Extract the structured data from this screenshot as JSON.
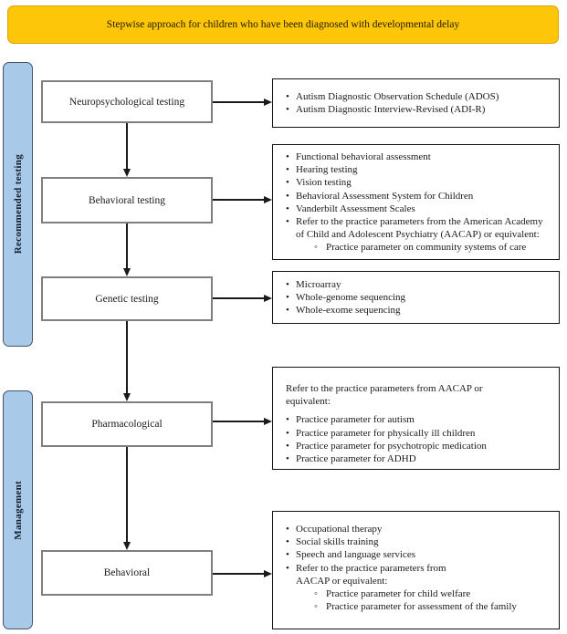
{
  "header": {
    "title": "Stepwise approach for children who have  been diagnosed with developmental delay"
  },
  "sidebar": {
    "groups": [
      {
        "label": "Recommended testing"
      },
      {
        "label": "Management"
      }
    ]
  },
  "flow": {
    "steps": [
      {
        "label": "Neuropsychological testing",
        "items": [
          "Autism Diagnostic Observation Schedule (ADOS)",
          "Autism Diagnostic Interview-Revised (ADI-R)"
        ]
      },
      {
        "label": "Behavioral testing",
        "items": [
          "Functional behavioral assessment",
          "Hearing testing",
          "Vision testing",
          "Behavioral Assessment System for Children",
          "Vanderbilt Assessment Scales",
          "Refer to the practice parameters from the American Academy\nof Child and Adolescent Psychiatry (AACAP) or equivalent:",
          "Practice parameter on community systems of care"
        ]
      },
      {
        "label": "Genetic testing",
        "items": [
          "Microarray",
          "Whole-genome sequencing",
          "Whole-exome sequencing"
        ]
      },
      {
        "label": "Pharmacological",
        "intro": "Refer to the practice parameters from AACAP or\nequivalent:",
        "items": [
          "Practice parameter for autism",
          "Practice parameter for physically ill children",
          "Practice parameter for psychotropic medication",
          "Practice parameter for ADHD"
        ]
      },
      {
        "label": "Behavioral",
        "items": [
          "Occupational therapy",
          "Social skills training",
          "Speech and language services",
          "Refer to the practice parameters from\nAACAP or equivalent:",
          "Practice parameter for child welfare",
          "Practice parameter for assessment of the family"
        ]
      }
    ]
  },
  "colors": {
    "banner_fill": "#FDC608",
    "banner_border": "#DFA100",
    "sidebar_fill": "#A9C9E9",
    "sidebar_border": "#44546A",
    "step_box_border": "#7F7F7F",
    "detail_box_border": "#111111",
    "arrow": "#1A1A1A"
  }
}
